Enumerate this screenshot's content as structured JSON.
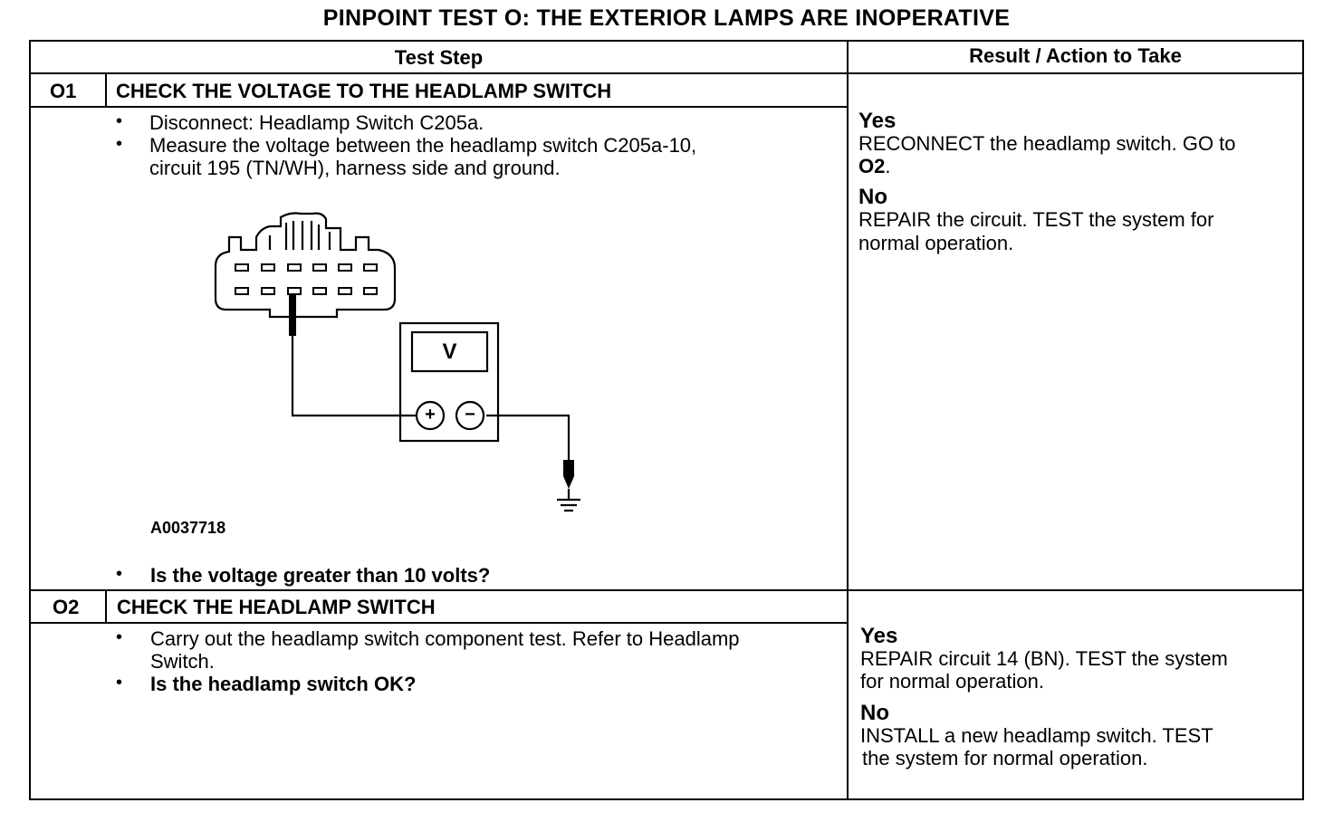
{
  "title": "PINPOINT TEST O: THE EXTERIOR LAMPS ARE INOPERATIVE",
  "headers": {
    "test_step": "Test Step",
    "result": "Result / Action to Take"
  },
  "steps": [
    {
      "id": "O1",
      "heading": "CHECK THE VOLTAGE TO THE HEADLAMP SWITCH",
      "bullets": [
        "Disconnect: Headlamp Switch C205a.",
        "Measure the voltage between the headlamp switch C205a-10,",
        "circuit 195 (TN/WH), harness side and ground."
      ],
      "figure": {
        "meter_symbol": "V",
        "plus": "+",
        "minus": "−",
        "label": "A0037718"
      },
      "question": "Is the voltage greater than 10 volts?",
      "yes_label": "Yes",
      "yes_text_1": "RECONNECT the headlamp switch. GO to",
      "yes_text_2": "O2",
      "yes_text_3": ".",
      "no_label": "No",
      "no_text_1": "REPAIR the circuit. TEST the system for",
      "no_text_2": "normal operation."
    },
    {
      "id": "O2",
      "heading": "CHECK THE HEADLAMP SWITCH",
      "bullets": [
        "Carry out the headlamp switch component test. Refer to Headlamp",
        "Switch."
      ],
      "question": "Is the headlamp switch OK?",
      "yes_label": "Yes",
      "yes_text_1": "REPAIR circuit 14 (BN). TEST the system",
      "yes_text_2": "for normal operation.",
      "no_label": "No",
      "no_text_1": "INSTALL a new headlamp switch. TEST",
      "no_text_2": "the system for normal operation."
    }
  ]
}
